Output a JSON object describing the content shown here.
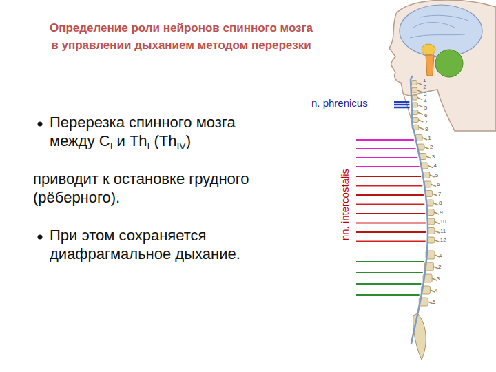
{
  "diagram": {
    "title": "Определение роли нейронов спинного мозга в управлении дыханием методом перерезки",
    "labels": [
      "n. phrenicus",
      "nn. intercostalis",
      "Перерезка спинного мозга между C",
      "I",
      "и Th",
      "I",
      "(Th",
      "IV",
      ")",
      "приводит к остановке грудного (рёберного).",
      "При этом сохраняется диафрагмальное дыхание.",
      "1",
      "2",
      "3",
      "4",
      "5",
      "6",
      "7",
      "8",
      "1",
      "2",
      "3",
      "4",
      "5",
      "6",
      "7",
      "8",
      "9",
      "10",
      "11",
      "12",
      "1",
      "2",
      "3",
      "4",
      "5"
    ]
  }
}
